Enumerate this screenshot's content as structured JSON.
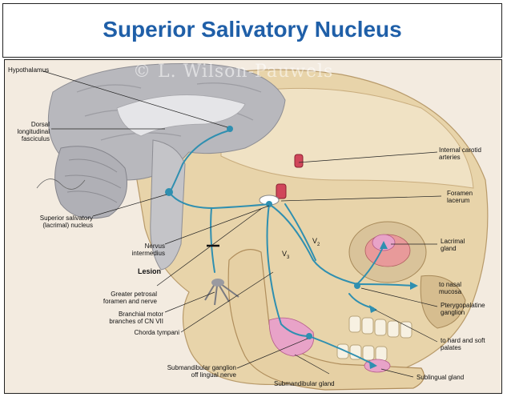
{
  "title": "Superior Salivatory Nucleus",
  "watermark": "© L. Wilson-Pauwels",
  "labels": {
    "hypothalamus": "Hypothalamus",
    "dorsal_fasciculus": "Dorsal\nlongitudinal\nfasciculus",
    "superior_salivatory": "Superior salivatory\n(lacrimal) nucleus",
    "nervus_intermedius": "Nervus\nintermedius",
    "lesion": "Lesion",
    "greater_petrosal": "Greater petrosal\nforamen and nerve",
    "branchial_motor": "Branchial motor\nbranches of CN VII",
    "chorda_tympani": "Chorda tympani",
    "submandibular_ganglion": "Submandibular ganglion\noff lingual nerve",
    "submandibular_gland": "Submandibular gland",
    "sublingual_gland": "Sublingual gland",
    "internal_carotid": "Internal carotid\narteries",
    "foramen_lacerum": "Foramen\nlacerum",
    "lacrimal_gland": "Lacrimal\ngland",
    "to_nasal_mucosa": "to nasal\nmucosa",
    "pterygopalatine": "Pterygopalatine\nganglion",
    "to_hard_soft_palates": "to hard and soft\npalates",
    "v2": "V",
    "v2_sub": "2",
    "v3": "V",
    "v3_sub": "3"
  },
  "colors": {
    "title": "#1f5fa8",
    "nerve": "#2f8fb0",
    "bone": "#e6d2a8",
    "brain": "#b9b9bd",
    "gland": "#e8a3c8"
  }
}
